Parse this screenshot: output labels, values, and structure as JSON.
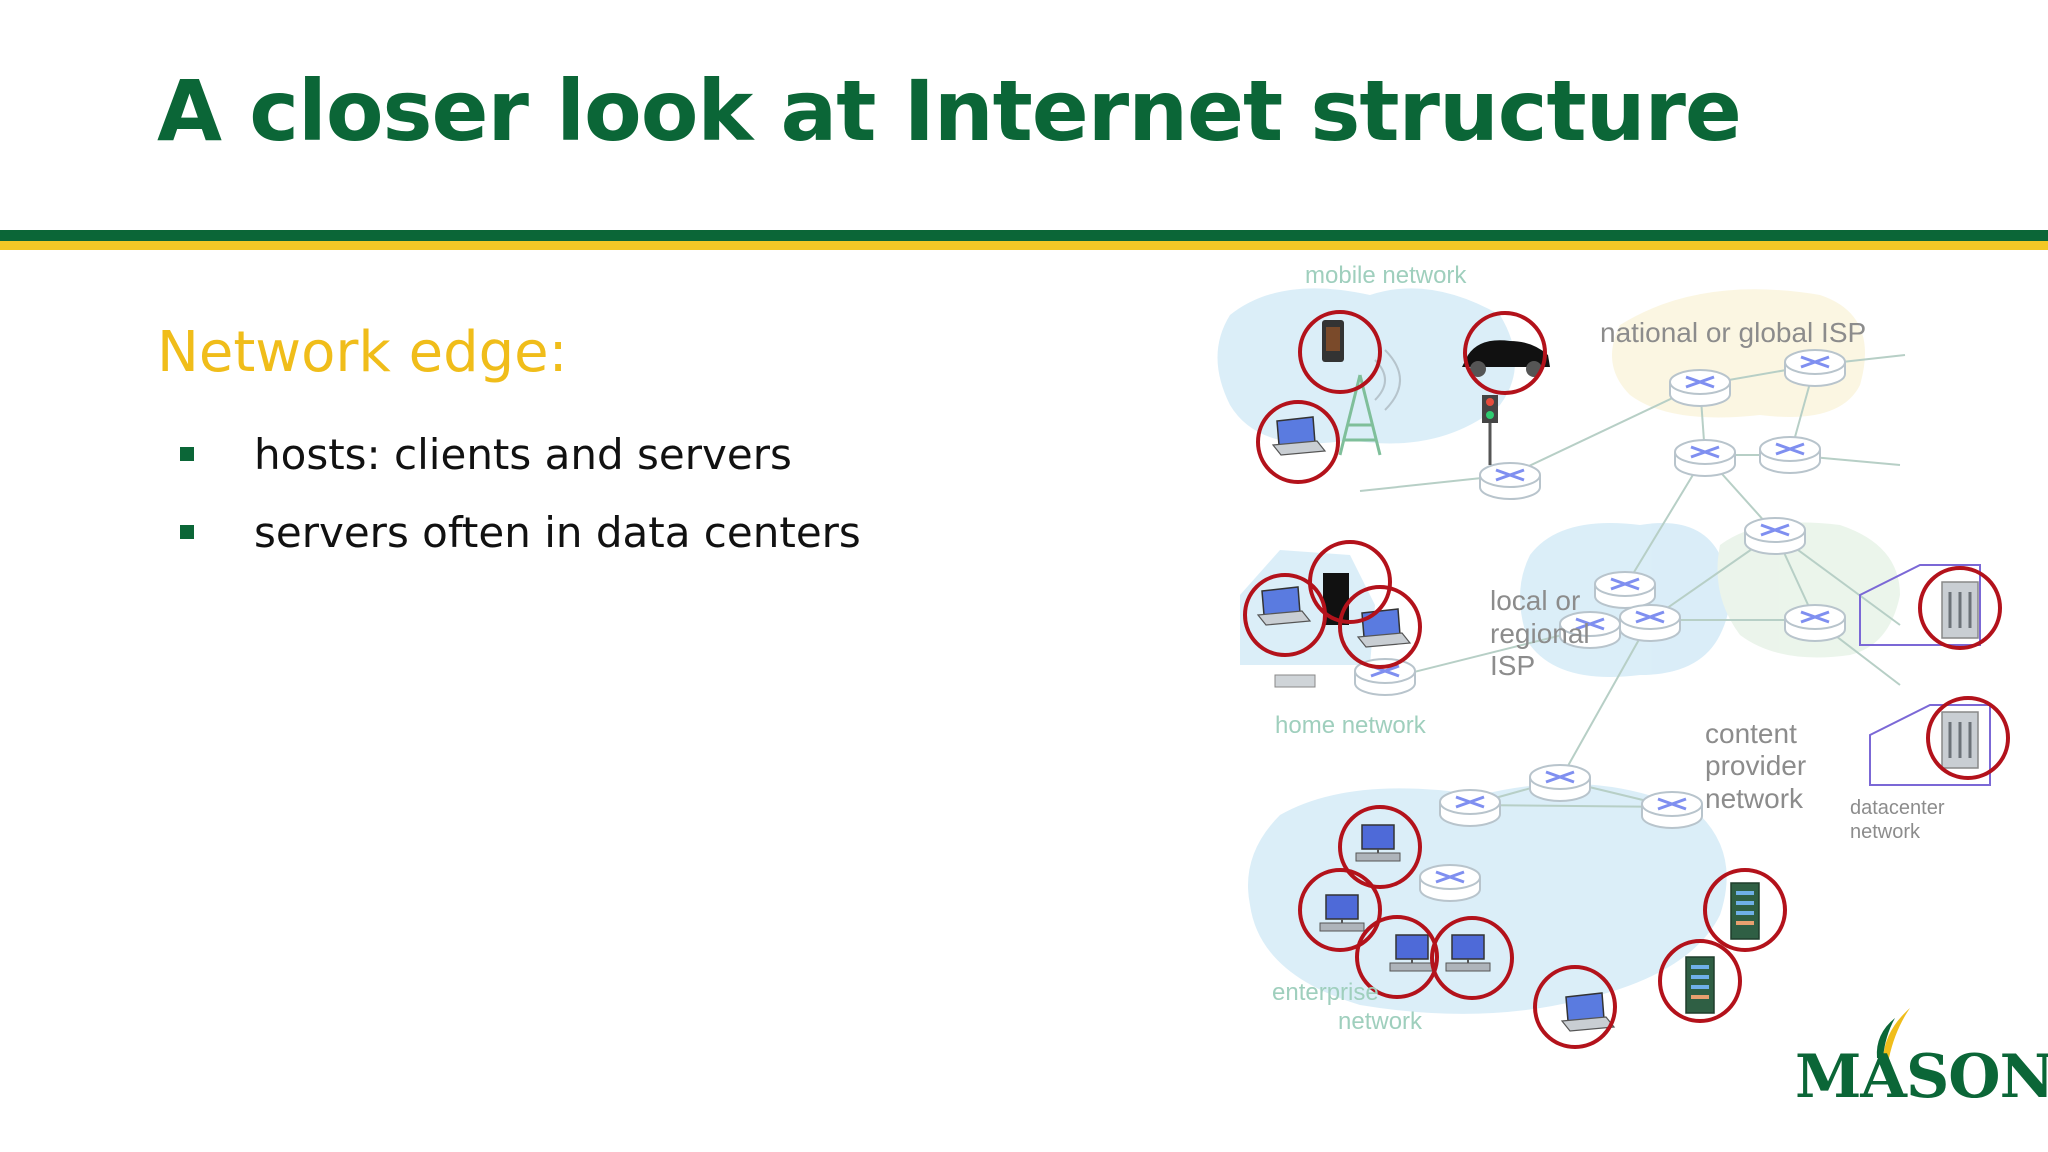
{
  "slide": {
    "title": "A closer look at Internet structure",
    "section_heading": "Network edge:",
    "bullets": [
      "hosts: clients and servers",
      "servers often in data centers"
    ]
  },
  "diagram": {
    "labels": {
      "mobile_network": "mobile network",
      "national_isp": "national or global ISP",
      "local_isp_line1": "local or",
      "local_isp_line2": "regional",
      "local_isp_line3": "ISP",
      "home_network": "home network",
      "content_line1": "content",
      "content_line2": "provider",
      "content_line3": "network",
      "datacenter_line1": "datacenter",
      "datacenter_line2": "network",
      "enterprise_line1": "enterprise",
      "enterprise_line2": "network"
    }
  },
  "logo": {
    "text": "MASON"
  },
  "colors": {
    "title_green": "#0b6637",
    "heading_gold": "#f0bd1a",
    "cloud_blue": "#d6edf8",
    "highlight_red": "#b3121b"
  }
}
